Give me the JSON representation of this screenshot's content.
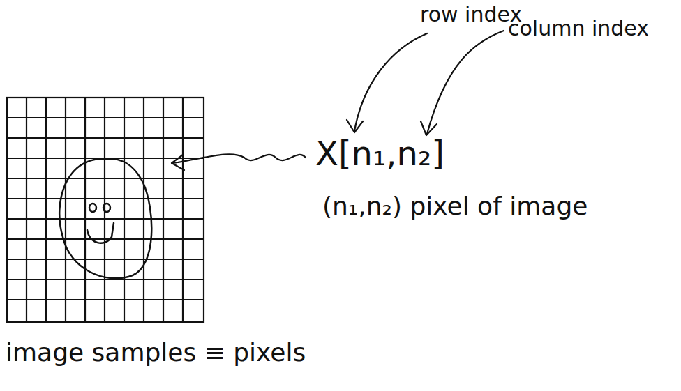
{
  "diagram": {
    "labels": [
      "row index",
      "column index",
      "X[n₁,n₂]",
      "(n₁,n₂) pixel of image",
      "image samples ≡ pixels"
    ]
  }
}
